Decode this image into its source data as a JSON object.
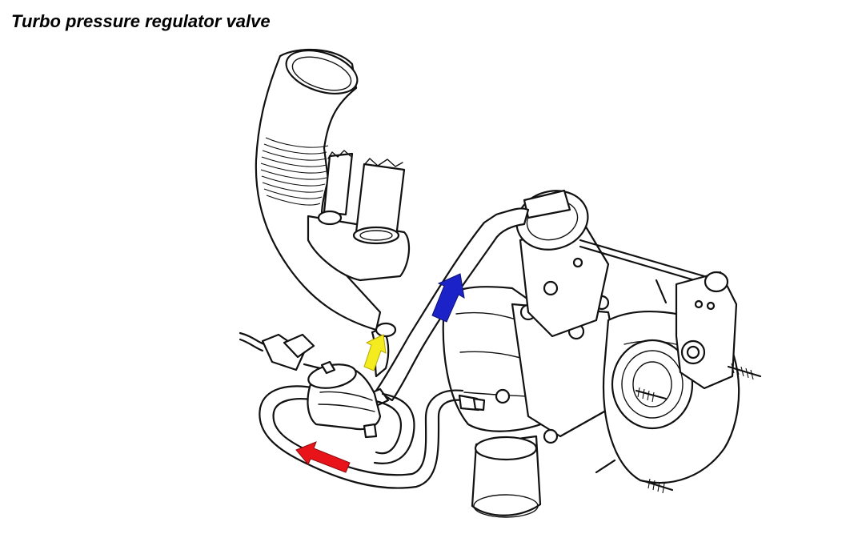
{
  "title": "Turbo pressure regulator valve",
  "arrows": [
    {
      "name": "blue-arrow",
      "color": "#1a22c8"
    },
    {
      "name": "yellow-arrow",
      "color": "#f4ec1e"
    },
    {
      "name": "red-arrow",
      "color": "#e8141a"
    }
  ]
}
